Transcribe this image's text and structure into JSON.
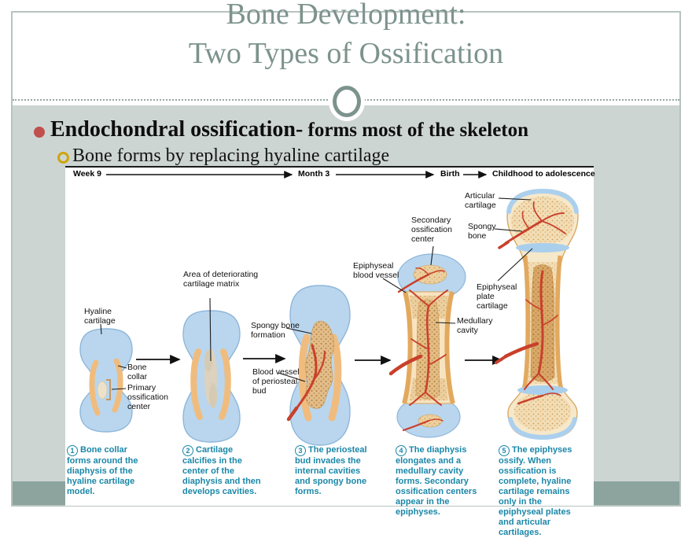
{
  "slide": {
    "title_line1": "Bone Development:",
    "title_line2": "Two Types of Ossification",
    "bullet1_main": "Endochondral ossification-",
    "bullet1_rest": " forms most of the skeleton",
    "bullet2": "Bone forms by replacing hyaline cartilage"
  },
  "figure": {
    "timeline": [
      "Week 9",
      "Month 3",
      "Birth",
      "Childhood to adolescence"
    ],
    "labels": {
      "hyaline_cartilage": "Hyaline cartilage",
      "bone_collar": "Bone collar",
      "primary_ossification_center": "Primary ossification center",
      "deteriorating_matrix": "Area of deteriorating cartilage matrix",
      "spongy_bone_formation": "Spongy bone formation",
      "blood_vessel_periosteal_bud": "Blood vessel of periosteal bud",
      "epiphyseal_blood_vessel": "Epiphyseal blood vessel",
      "secondary_ossification_center": "Secondary ossification center",
      "medullary_cavity": "Medullary cavity",
      "articular_cartilage": "Articular cartilage",
      "spongy_bone": "Spongy bone",
      "epiphyseal_plate_cartilage": "Epiphyseal plate cartilage"
    },
    "captions": [
      {
        "num": "1",
        "text": "Bone collar forms around the diaphysis of the hyaline cartilage model."
      },
      {
        "num": "2",
        "text": "Cartilage calcifies in the center of the diaphysis and then develops cavities."
      },
      {
        "num": "3",
        "text": "The periosteal bud invades the internal cavities and spongy bone forms."
      },
      {
        "num": "4",
        "text": "The diaphysis elongates and a medullary cavity forms. Secondary ossification centers appear in the epiphyses."
      },
      {
        "num": "5",
        "text": "The epiphyses ossify. When ossification is complete, hyaline cartilage remains only in the epiphyseal plates and articular cartilages."
      }
    ]
  },
  "colors": {
    "title_sage": "#7d938d",
    "content_band": "#cdd5d2",
    "bottom_band": "#8da49e",
    "frame_border": "#b7c3bf",
    "bullet_dot_red": "#c0504d",
    "sub_bullet_gold": "#cfa50a",
    "caption_teal": "#1a87a8",
    "cartilage_blue": "#b9d6ee",
    "bone_collar_orange": "#f0bc7e",
    "spongy_tan": "#e2bd8a",
    "blood_vessel_red": "#c9402b"
  }
}
